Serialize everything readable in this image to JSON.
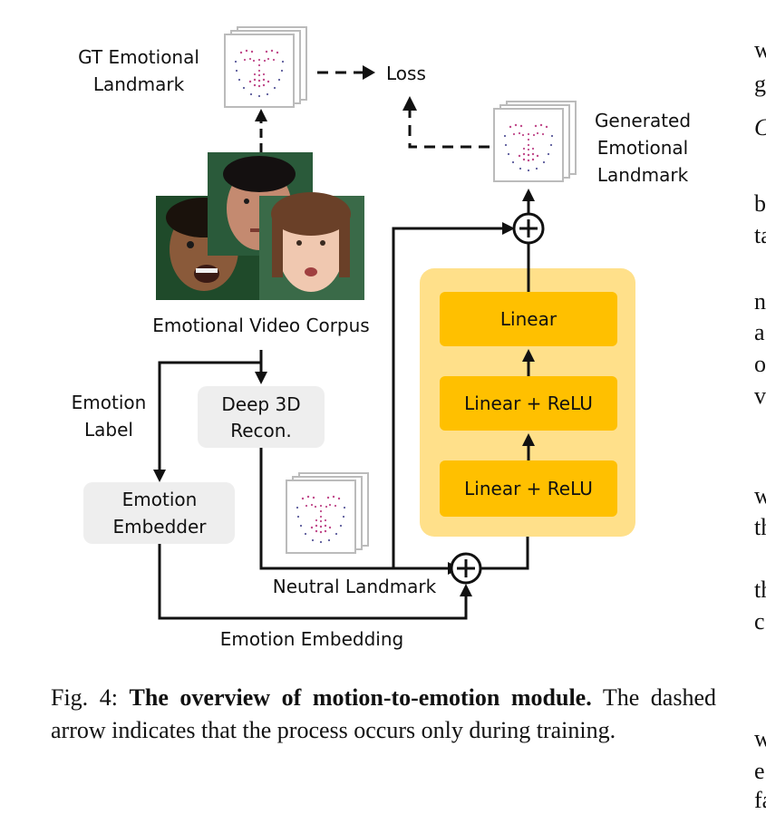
{
  "labels": {
    "gt_landmark_line1": "GT Emotional",
    "gt_landmark_line2": "Landmark",
    "loss": "Loss",
    "generated_line1": "Generated",
    "generated_line2": "Emotional",
    "generated_line3": "Landmark",
    "corpus": "Emotional Video Corpus",
    "emotion_label_line1": "Emotion",
    "emotion_label_line2": "Label",
    "deep3d_line1": "Deep 3D",
    "deep3d_line2": "Recon.",
    "embedder_line1": "Emotion",
    "embedder_line2": "Embedder",
    "neutral_landmark": "Neutral Landmark",
    "emotion_embedding": "Emotion Embedding",
    "plus": "+"
  },
  "mlp": {
    "layer_top": "Linear",
    "layer_mid": "Linear + ReLU",
    "layer_bottom": "Linear + ReLU"
  },
  "caption": {
    "prefix": "Fig. 4: ",
    "title": "The overview of motion-to-emotion module.",
    "body": " The dashed arrow indicates that the process occurs only during training."
  },
  "margin_fragments": [
    "w",
    "g",
    "C",
    "b",
    "ta",
    "n",
    "a",
    "o",
    "v",
    "w",
    "th",
    "th",
    "c",
    "w",
    "e",
    "fa"
  ],
  "colors": {
    "mlp_bg": "#FFE08A",
    "layer_fill": "#FFC000",
    "soft_box": "#EEEEEE",
    "face_bg": "#1f4a2a"
  }
}
